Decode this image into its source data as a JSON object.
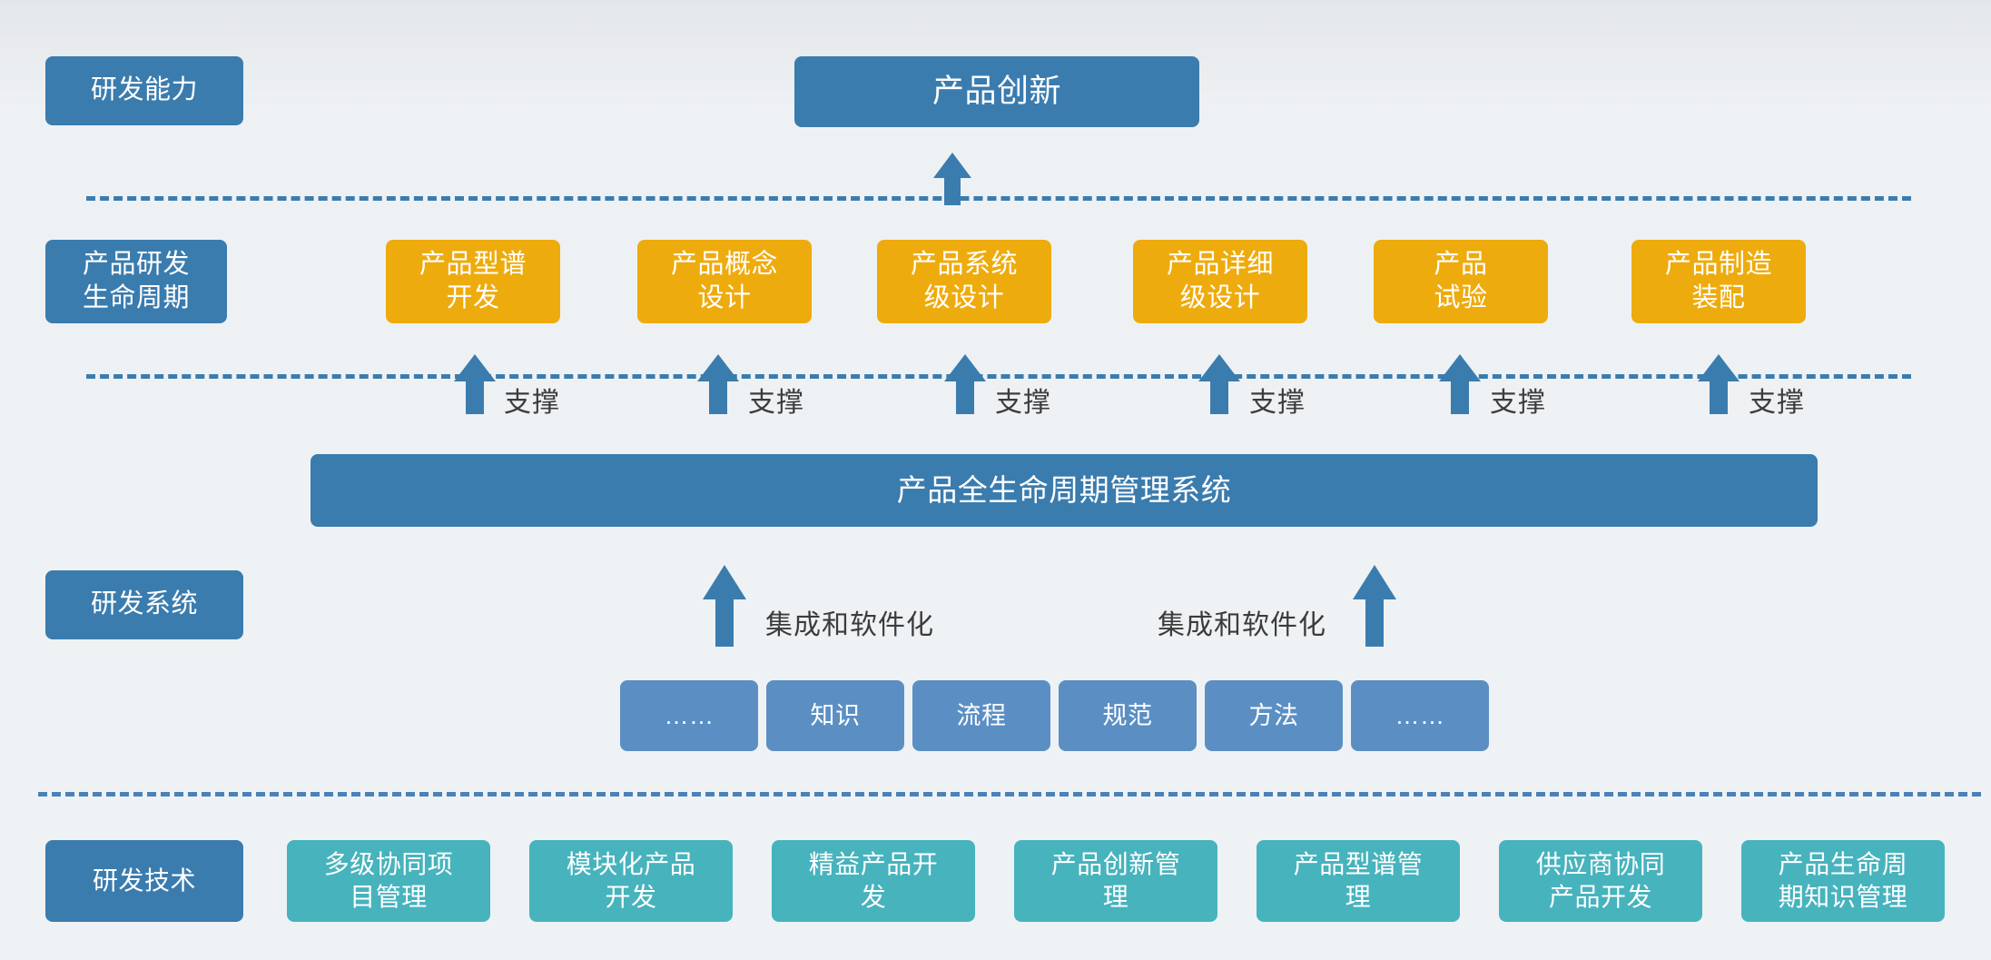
{
  "diagram": {
    "title_top": "产品创新",
    "row_labels": {
      "capability": "研发能力",
      "lifecycle": "产品研发\n生命周期",
      "system": "研发系统",
      "technology": "研发技术"
    },
    "lifecycle_stages": [
      {
        "label": "产品型谱\n开发"
      },
      {
        "label": "产品概念\n设计"
      },
      {
        "label": "产品系统\n级设计"
      },
      {
        "label": "产品详细\n级设计"
      },
      {
        "label": "产品\n试验"
      },
      {
        "label": "产品制造\n装配"
      }
    ],
    "support_captions": [
      "支撑",
      "支撑",
      "支撑",
      "支撑",
      "支撑",
      "支撑"
    ],
    "plm_bar": "产品全生命周期管理系统",
    "integration_captions": [
      "集成和软件化",
      "集成和软件化"
    ],
    "foundation_items": [
      {
        "label": "……"
      },
      {
        "label": "知识"
      },
      {
        "label": "流程"
      },
      {
        "label": "规范"
      },
      {
        "label": "方法"
      },
      {
        "label": "……"
      }
    ],
    "technology_items": [
      {
        "label": "多级协同项\n目管理"
      },
      {
        "label": "模块化产品\n开发"
      },
      {
        "label": "精益产品开\n发"
      },
      {
        "label": "产品创新管\n理"
      },
      {
        "label": "产品型谱管\n理"
      },
      {
        "label": "供应商协同\n产品开发"
      },
      {
        "label": "产品生命周\n期知识管理"
      }
    ],
    "colors": {
      "blue": "#3b7cae",
      "blue_light": "#5b8fc4",
      "orange": "#eeab0d",
      "teal": "#47b3bd",
      "background": "#eef2f5",
      "caption_text": "#3c3c3c",
      "dash_line": "#3b7cae"
    }
  }
}
